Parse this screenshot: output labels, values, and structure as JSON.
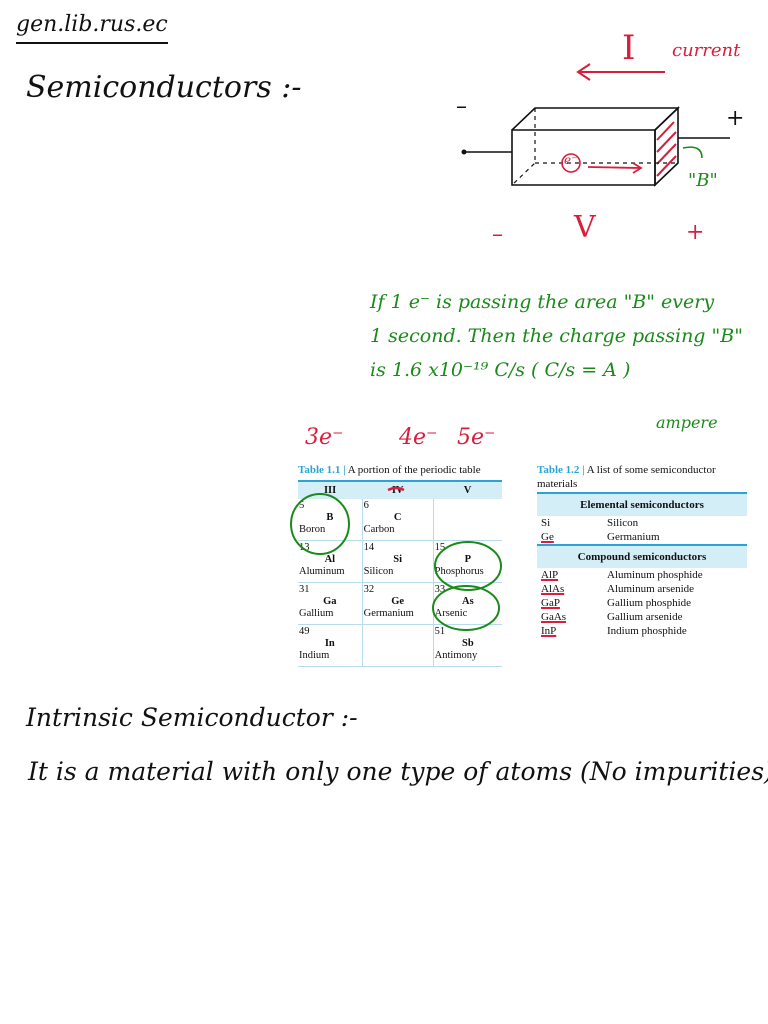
{
  "header": {
    "link_text": "gen.lib.rus.ec"
  },
  "section1": {
    "title": "Semiconductors :-"
  },
  "diagram": {
    "current_symbol": "I",
    "current_label": "current",
    "minus_left": "–",
    "plus_right": "+",
    "electron_label": "e⁻",
    "area_label": "\"B\"",
    "voltage_minus": "–",
    "voltage_symbol": "V",
    "voltage_plus": "+"
  },
  "note": {
    "line1": "If 1 e⁻ is passing the area \"B\" every",
    "line2": "1 second. Then the charge passing \"B\"",
    "line3": "is 1.6 x10⁻¹⁹ C/s    ( C/s = A )",
    "ampere": "ampere"
  },
  "valence": {
    "three": "3e⁻",
    "four": "4e⁻",
    "five": "5e⁻"
  },
  "periodic_table": {
    "caption_label": "Table 1.1 |",
    "caption_text": " A portion of the periodic table",
    "columns": [
      "III",
      "IV",
      "V"
    ],
    "rows": [
      [
        {
          "num": "5",
          "sym": "B",
          "name": "Boron"
        },
        {
          "num": "6",
          "sym": "C",
          "name": "Carbon"
        },
        {
          "num": "",
          "sym": "",
          "name": ""
        }
      ],
      [
        {
          "num": "13",
          "sym": "Al",
          "name": "Aluminum"
        },
        {
          "num": "14",
          "sym": "Si",
          "name": "Silicon"
        },
        {
          "num": "15",
          "sym": "P",
          "name": "Phosphorus"
        }
      ],
      [
        {
          "num": "31",
          "sym": "Ga",
          "name": "Gallium"
        },
        {
          "num": "32",
          "sym": "Ge",
          "name": "Germanium"
        },
        {
          "num": "33",
          "sym": "As",
          "name": "Arsenic"
        }
      ],
      [
        {
          "num": "49",
          "sym": "In",
          "name": "Indium"
        },
        {
          "num": "",
          "sym": "",
          "name": ""
        },
        {
          "num": "51",
          "sym": "Sb",
          "name": "Antimony"
        }
      ]
    ]
  },
  "semiconductor_table": {
    "caption_label": "Table 1.2 |",
    "caption_text": " A list of some semiconductor materials",
    "elemental_header": "Elemental semiconductors",
    "elemental": [
      {
        "sym": "Si",
        "name": "Silicon"
      },
      {
        "sym": "Ge",
        "name": "Germanium"
      }
    ],
    "compound_header": "Compound semiconductors",
    "compound": [
      {
        "sym": "AlP",
        "name": "Aluminum phosphide"
      },
      {
        "sym": "AlAs",
        "name": "Aluminum arsenide"
      },
      {
        "sym": "GaP",
        "name": "Gallium phosphide"
      },
      {
        "sym": "GaAs",
        "name": "Gallium arsenide"
      },
      {
        "sym": "InP",
        "name": "Indium phosphide"
      }
    ]
  },
  "section2": {
    "title": "Intrinsic Semiconductor :-",
    "definition": "It is a material with only one type of atoms (No impurities)"
  },
  "colors": {
    "ink": "#111111",
    "red": "#d81e3c",
    "green": "#1a8a1a",
    "table_accent": "#2aa4d8"
  }
}
